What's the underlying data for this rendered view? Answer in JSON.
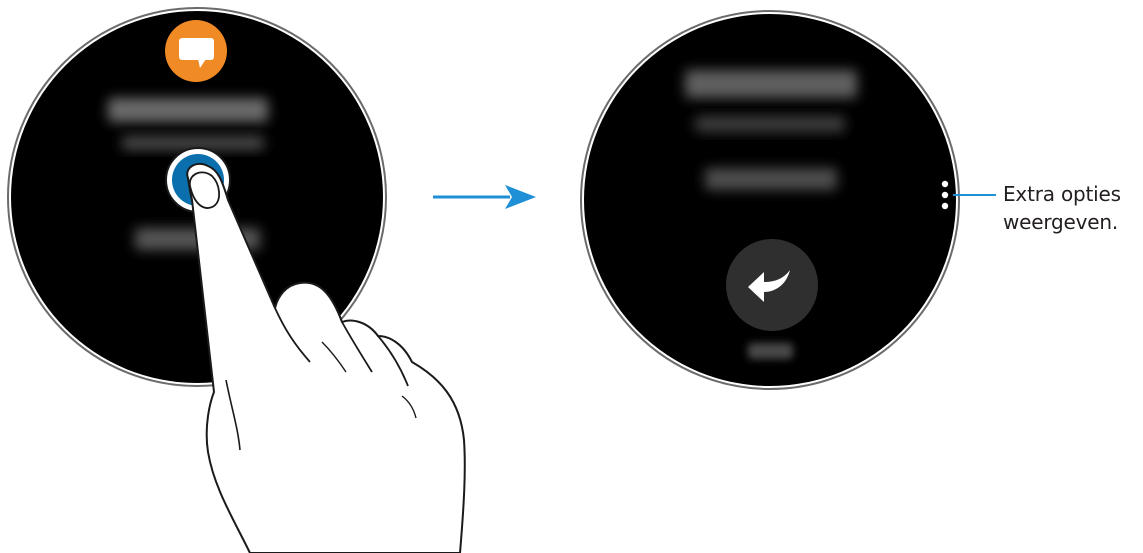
{
  "left_screen": {
    "app_icon": "message-bubble-icon",
    "app_icon_color": "#f08a24",
    "action_button_color": "#0b6fae",
    "content": "blurred notification text"
  },
  "transition": {
    "arrow_icon": "right-arrow-icon",
    "arrow_color": "#1f8fd6"
  },
  "right_screen": {
    "reply_icon": "reply-arrow-icon",
    "more_options_icon": "more-options-vertical-icon",
    "content": "blurred notification text"
  },
  "callout": {
    "line1": "Extra opties",
    "line2": "weergeven."
  }
}
